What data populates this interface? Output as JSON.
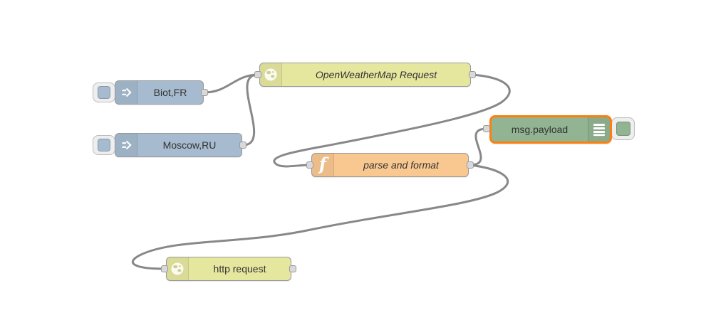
{
  "canvas": {
    "background": "#ffffff",
    "wire_color": "#888888",
    "port_color": "#d9d9d9",
    "selection_color": "#ff7f0e"
  },
  "nodes": {
    "inject_biot": {
      "type": "inject",
      "label": "Biot,FR",
      "color": "#a6bbcf",
      "icon": "inject-arrow-icon",
      "has_button": true
    },
    "inject_moscow": {
      "type": "inject",
      "label": "Moscow,RU",
      "color": "#a6bbcf",
      "icon": "inject-arrow-icon",
      "has_button": true
    },
    "weather_request": {
      "type": "openweathermap",
      "label": "OpenWeatherMap Request",
      "color": "#e6e79f",
      "icon": "globe-icon",
      "label_style": "italic"
    },
    "parse_format": {
      "type": "function",
      "label": "parse and format",
      "color": "#f9c890",
      "icon": "function-f-icon",
      "label_style": "italic"
    },
    "debug_payload": {
      "type": "debug",
      "label": "msg.payload",
      "color": "#92b492",
      "icon": "debug-list-icon",
      "selected": true,
      "toggle_enabled": true
    },
    "http_request": {
      "type": "http request",
      "label": "http request",
      "color": "#e6e79f",
      "icon": "globe-icon"
    }
  },
  "wires": {
    "connections": [
      {
        "from": "Biot,FR",
        "to": "OpenWeatherMap Request"
      },
      {
        "from": "Moscow,RU",
        "to": "OpenWeatherMap Request"
      },
      {
        "from": "OpenWeatherMap Request",
        "to": "parse and format"
      },
      {
        "from": "parse and format",
        "to": "msg.payload"
      },
      {
        "from": "parse and format",
        "to": "http request"
      }
    ]
  }
}
